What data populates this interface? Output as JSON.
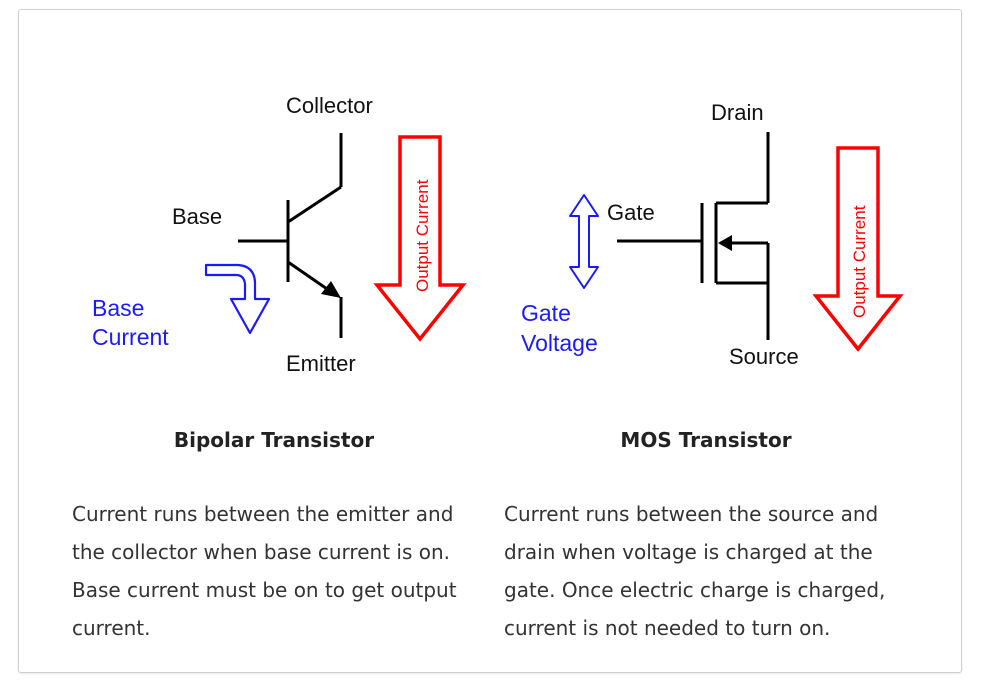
{
  "bipolar": {
    "label_collector": "Collector",
    "label_base": "Base",
    "label_emitter": "Emitter",
    "label_base_current_1": "Base",
    "label_base_current_2": "Current",
    "label_output_current": "Output Current",
    "title": "Bipolar Transistor",
    "description": "Current runs between the emitter and the collector when base current is on. Base current must be on to get output current."
  },
  "mos": {
    "label_drain": "Drain",
    "label_gate": "Gate",
    "label_source": "Source",
    "label_gate_voltage_1": "Gate",
    "label_gate_voltage_2": "Voltage",
    "label_output_current": "Output Current",
    "title": "MOS Transistor",
    "description": "Current runs between the source and drain when voltage is charged at the gate. Once electric charge is charged, current is not needed to turn on."
  },
  "colors": {
    "annotation_blue": "#1a1aff",
    "arrow_red": "#ff0000",
    "symbol_black": "#000000"
  }
}
